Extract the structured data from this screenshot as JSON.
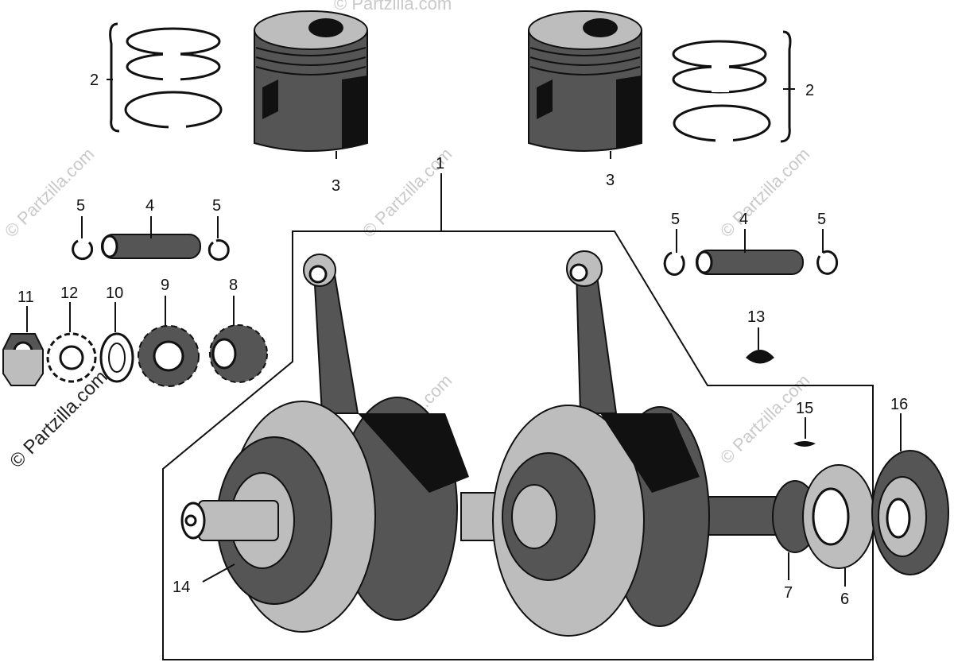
{
  "labels": {
    "crankshaft": "1",
    "ring_set": "2",
    "piston": "3",
    "piston_pin": "4",
    "pin_clip": "5",
    "bearing_right": "6",
    "spacer_collar": "7",
    "sprocket_8": "8",
    "sprocket_9": "9",
    "washer": "10",
    "nut": "11",
    "lock_washer": "12",
    "woodruff_key": "13",
    "bearing_left": "14",
    "small_key": "15",
    "oil_seal": "16"
  },
  "watermark": {
    "text": "© Partzilla.com"
  },
  "colors": {
    "ink": "#111111",
    "background": "#ffffff",
    "watermark": "#c9c9c9"
  }
}
